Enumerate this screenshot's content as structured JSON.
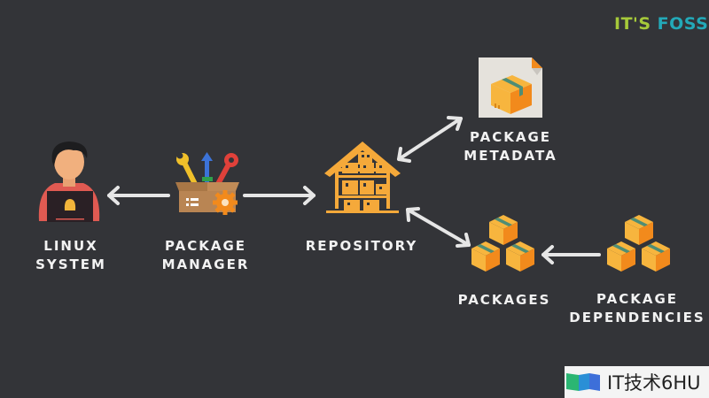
{
  "brand": {
    "part1": "IT'S",
    "part2": "FOSS",
    "color1": "#a6c93a",
    "color2": "#23a9b8"
  },
  "watermark": {
    "text": "IT技术6HU"
  },
  "nodes": {
    "linux_system": {
      "line1": "LINUX",
      "line2": "SYSTEM",
      "icon": "user-laptop-icon"
    },
    "package_manager": {
      "line1": "PACKAGE",
      "line2": "MANAGER",
      "icon": "toolbox-icon"
    },
    "repository": {
      "line1": "REPOSITORY",
      "icon": "warehouse-icon"
    },
    "package_metadata": {
      "line1": "PACKAGE",
      "line2": "METADATA",
      "icon": "package-document-icon"
    },
    "packages": {
      "line1": "PACKAGES",
      "icon": "boxes-stack-icon"
    },
    "package_dependencies": {
      "line1": "PACKAGE",
      "line2": "DEPENDENCIES",
      "icon": "boxes-stack-icon"
    }
  },
  "edges": [
    {
      "from": "package_manager",
      "to": "linux_system",
      "direction": "forward"
    },
    {
      "from": "package_manager",
      "to": "repository",
      "direction": "forward"
    },
    {
      "from": "repository",
      "to": "package_metadata",
      "direction": "both"
    },
    {
      "from": "repository",
      "to": "packages",
      "direction": "both"
    },
    {
      "from": "package_dependencies",
      "to": "packages",
      "direction": "forward"
    }
  ],
  "colors": {
    "background": "#333438",
    "arrow": "#e6e6e6",
    "accent": "#f5a93a",
    "label": "#f2f2f2"
  }
}
